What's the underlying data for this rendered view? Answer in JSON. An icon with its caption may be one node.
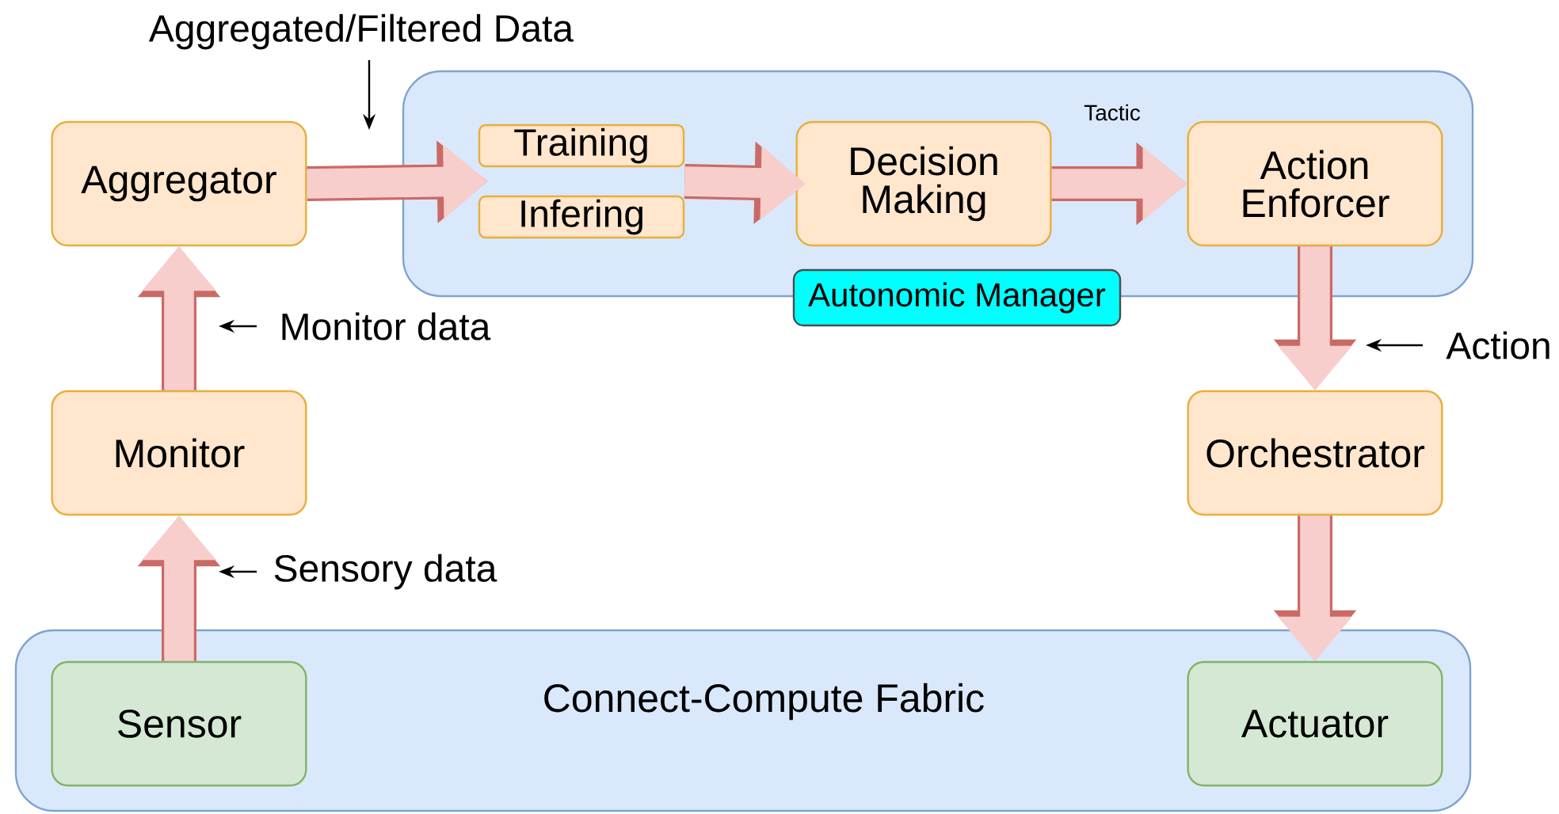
{
  "diagram": {
    "nodes": [
      {
        "text": [
          "Autonomic Manager"
        ]
      },
      {
        "text": [
          "Aggregator"
        ]
      },
      {
        "text": [
          "Training"
        ],
        "in": 0
      },
      {
        "text": [
          "Infering"
        ],
        "in": 0
      },
      {
        "text": [
          "Decision Making"
        ],
        "in": 0
      },
      {
        "text": [
          "Action Enforcer"
        ],
        "in": 0
      },
      {
        "text": [
          "Monitor"
        ]
      },
      {
        "text": [
          "Orchestrator"
        ]
      },
      {
        "text": [
          "Connect-Compute Fabric"
        ]
      },
      {
        "text": [
          "Sensor"
        ],
        "in": 8
      },
      {
        "text": [
          "Actuator"
        ],
        "in": 8
      }
    ],
    "edges": [
      {
        "from": 1,
        "to": 2,
        "arrow": "to",
        "label": "Aggregated/Filtered Data"
      },
      {
        "from": 1,
        "to": 3,
        "arrow": "to"
      },
      {
        "from": 2,
        "to": 4,
        "arrow": "to"
      },
      {
        "from": 3,
        "to": 4,
        "arrow": "to"
      },
      {
        "from": 4,
        "to": 5,
        "arrow": "to",
        "label": "Tactic"
      },
      {
        "from": 5,
        "to": 7,
        "arrow": "to",
        "label": "Action"
      },
      {
        "from": 7,
        "to": 10,
        "arrow": "to"
      },
      {
        "from": 9,
        "to": 6,
        "arrow": "to",
        "label": "Sensory data"
      },
      {
        "from": 6,
        "to": 1,
        "arrow": "to",
        "label": "Monitor data"
      }
    ]
  }
}
